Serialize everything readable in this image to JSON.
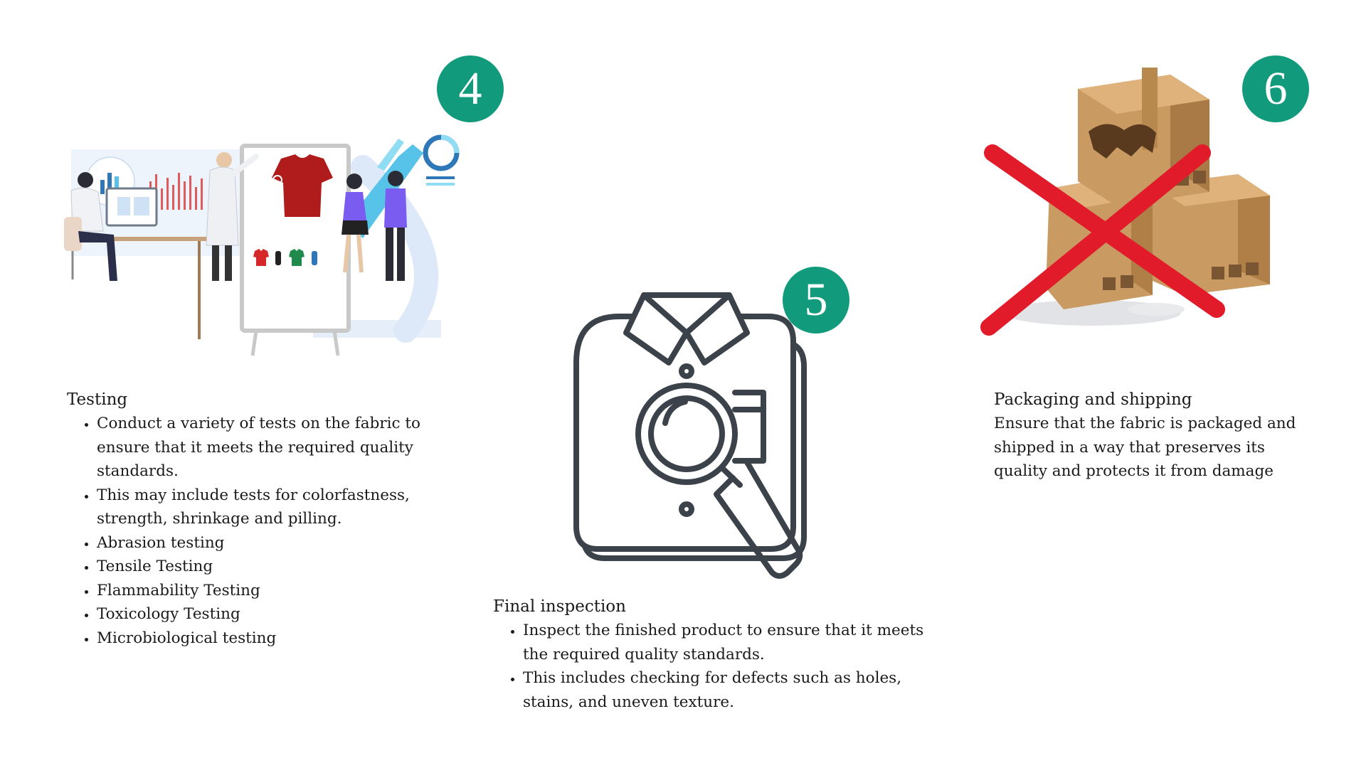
{
  "colors": {
    "badge": "#129a7c",
    "text": "#1a1a1a",
    "icon_stroke": "#3b424a",
    "cross": "#e11b2a",
    "box": "#c99a62"
  },
  "steps": [
    {
      "number": "4",
      "title": "Testing",
      "icon": "fabric-testing-lab-illustration",
      "bullets": [
        "Conduct a variety of tests on the fabric to ensure that it meets the required quality standards.",
        "This may include tests for colorfastness, strength, shrinkage and pilling.",
        "Abrasion testing",
        "Tensile Testing",
        "Flammability Testing",
        "Toxicology Testing",
        "Microbiological testing"
      ]
    },
    {
      "number": "5",
      "title": "Final inspection",
      "icon": "shirt-magnifier-icon",
      "bullets": [
        "Inspect the finished product to ensure that it meets the required quality standards.",
        "This includes checking for defects such as holes, stains, and uneven texture."
      ]
    },
    {
      "number": "6",
      "title": "Packaging and shipping",
      "icon": "damaged-boxes-crossed-icon",
      "description": "Ensure that the fabric is packaged and shipped in a way that preserves its quality and protects it from damage"
    }
  ]
}
